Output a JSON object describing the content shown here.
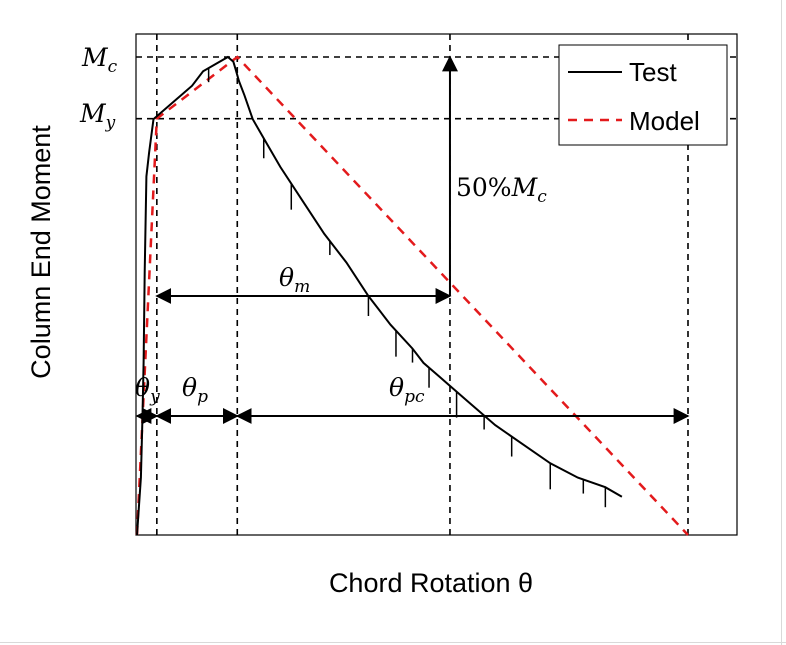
{
  "chart_data": {
    "type": "line",
    "title": "",
    "xlabel": "Chord Rotation θ",
    "ylabel": "Column End Moment",
    "xlim": [
      0,
      1
    ],
    "ylim": [
      0,
      1
    ],
    "grid": false,
    "legend_position": "top-right",
    "series": [
      {
        "name": "Test",
        "color": "#000000",
        "style": "solid",
        "x": [
          0.0,
          0.007,
          0.01,
          0.012,
          0.014,
          0.017,
          0.022,
          0.03,
          0.04,
          0.06,
          0.08,
          0.1,
          0.12,
          0.15,
          0.165,
          0.175,
          0.18,
          0.185,
          0.195,
          0.21,
          0.23,
          0.26,
          0.3,
          0.34,
          0.38,
          0.42,
          0.46,
          0.5,
          0.52,
          0.55,
          0.6,
          0.65,
          0.7,
          0.75,
          0.8,
          0.85,
          0.88
        ],
        "y": [
          0.0,
          0.12,
          0.25,
          0.36,
          0.55,
          0.75,
          0.8,
          0.87,
          0.88,
          0.9,
          0.92,
          0.94,
          0.97,
          0.99,
          1.0,
          0.99,
          0.97,
          0.95,
          0.92,
          0.87,
          0.83,
          0.77,
          0.7,
          0.63,
          0.57,
          0.5,
          0.44,
          0.39,
          0.36,
          0.33,
          0.28,
          0.23,
          0.19,
          0.15,
          0.12,
          0.1,
          0.08
        ]
      },
      {
        "name": "Model",
        "color": "#e31a1c",
        "style": "dashed",
        "x": [
          0.0,
          0.036,
          0.182,
          1.0
        ],
        "y": [
          0.0,
          0.871,
          1.0,
          0.0
        ]
      }
    ],
    "reference_lines": {
      "horizontal": [
        {
          "label": "M_c",
          "y": 1.0
        },
        {
          "label": "M_y",
          "y": 0.871
        }
      ],
      "vertical": [
        0.036,
        0.182,
        0.568,
        1.0
      ]
    },
    "annotations": {
      "theta_y": {
        "base": "θ",
        "sub": "y"
      },
      "theta_p": {
        "base": "θ",
        "sub": "p"
      },
      "theta_pc": {
        "base": "θ",
        "sub": "pc"
      },
      "theta_m": {
        "base": "θ",
        "sub": "m"
      },
      "m_c": {
        "base": "M",
        "sub": "c"
      },
      "m_y": {
        "base": "M",
        "sub": "y"
      },
      "fifty_pct": {
        "prefix": "50%",
        "base": "M",
        "sub": "c"
      }
    }
  }
}
